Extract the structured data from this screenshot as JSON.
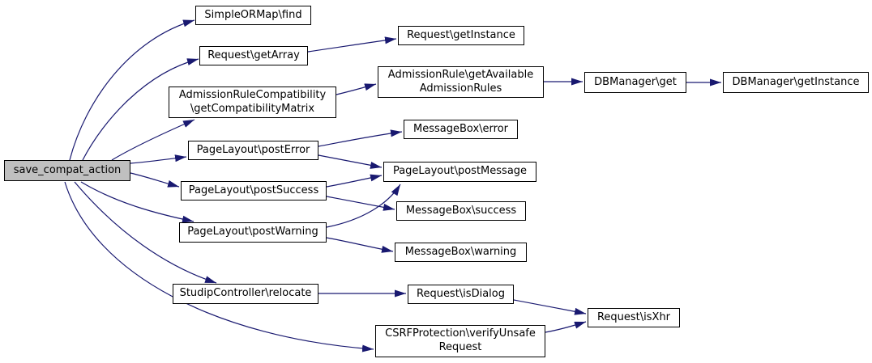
{
  "colors": {
    "edge": "#191970",
    "node_border": "#000000",
    "node_fill": "#ffffff",
    "root_fill": "#c0c0c0",
    "text": "#000000",
    "background": "#ffffff"
  },
  "nodes": [
    {
      "id": "root",
      "lines": [
        "save_compat_action"
      ],
      "root": true
    },
    {
      "id": "find",
      "lines": [
        "SimpleORMap\\find"
      ]
    },
    {
      "id": "getArray",
      "lines": [
        "Request\\getArray"
      ]
    },
    {
      "id": "getInstance",
      "lines": [
        "Request\\getInstance"
      ]
    },
    {
      "id": "compatMatrix",
      "lines": [
        "AdmissionRuleCompatibility",
        "\\getCompatibilityMatrix"
      ]
    },
    {
      "id": "availableRules",
      "lines": [
        "AdmissionRule\\getAvailable",
        "AdmissionRules"
      ]
    },
    {
      "id": "dbGet",
      "lines": [
        "DBManager\\get"
      ]
    },
    {
      "id": "dbGetInstance",
      "lines": [
        "DBManager\\getInstance"
      ]
    },
    {
      "id": "postError",
      "lines": [
        "PageLayout\\postError"
      ]
    },
    {
      "id": "mbError",
      "lines": [
        "MessageBox\\error"
      ]
    },
    {
      "id": "postMessage",
      "lines": [
        "PageLayout\\postMessage"
      ]
    },
    {
      "id": "postSuccess",
      "lines": [
        "PageLayout\\postSuccess"
      ]
    },
    {
      "id": "mbSuccess",
      "lines": [
        "MessageBox\\success"
      ]
    },
    {
      "id": "postWarning",
      "lines": [
        "PageLayout\\postWarning"
      ]
    },
    {
      "id": "mbWarning",
      "lines": [
        "MessageBox\\warning"
      ]
    },
    {
      "id": "relocate",
      "lines": [
        "StudipController\\relocate"
      ]
    },
    {
      "id": "isDialog",
      "lines": [
        "Request\\isDialog"
      ]
    },
    {
      "id": "isXhr",
      "lines": [
        "Request\\isXhr"
      ]
    },
    {
      "id": "verifyUnsafe",
      "lines": [
        "CSRFProtection\\verifyUnsafe",
        "Request"
      ]
    }
  ],
  "edges": [
    {
      "from": "root",
      "to": "find"
    },
    {
      "from": "root",
      "to": "getArray"
    },
    {
      "from": "root",
      "to": "compatMatrix"
    },
    {
      "from": "root",
      "to": "postError"
    },
    {
      "from": "root",
      "to": "postSuccess"
    },
    {
      "from": "root",
      "to": "postWarning"
    },
    {
      "from": "root",
      "to": "relocate"
    },
    {
      "from": "root",
      "to": "verifyUnsafe"
    },
    {
      "from": "getArray",
      "to": "getInstance"
    },
    {
      "from": "compatMatrix",
      "to": "availableRules"
    },
    {
      "from": "availableRules",
      "to": "dbGet"
    },
    {
      "from": "dbGet",
      "to": "dbGetInstance"
    },
    {
      "from": "postError",
      "to": "mbError"
    },
    {
      "from": "postError",
      "to": "postMessage"
    },
    {
      "from": "postSuccess",
      "to": "postMessage"
    },
    {
      "from": "postSuccess",
      "to": "mbSuccess"
    },
    {
      "from": "postWarning",
      "to": "postMessage"
    },
    {
      "from": "postWarning",
      "to": "mbWarning"
    },
    {
      "from": "relocate",
      "to": "isDialog"
    },
    {
      "from": "isDialog",
      "to": "isXhr"
    },
    {
      "from": "verifyUnsafe",
      "to": "isXhr"
    }
  ]
}
